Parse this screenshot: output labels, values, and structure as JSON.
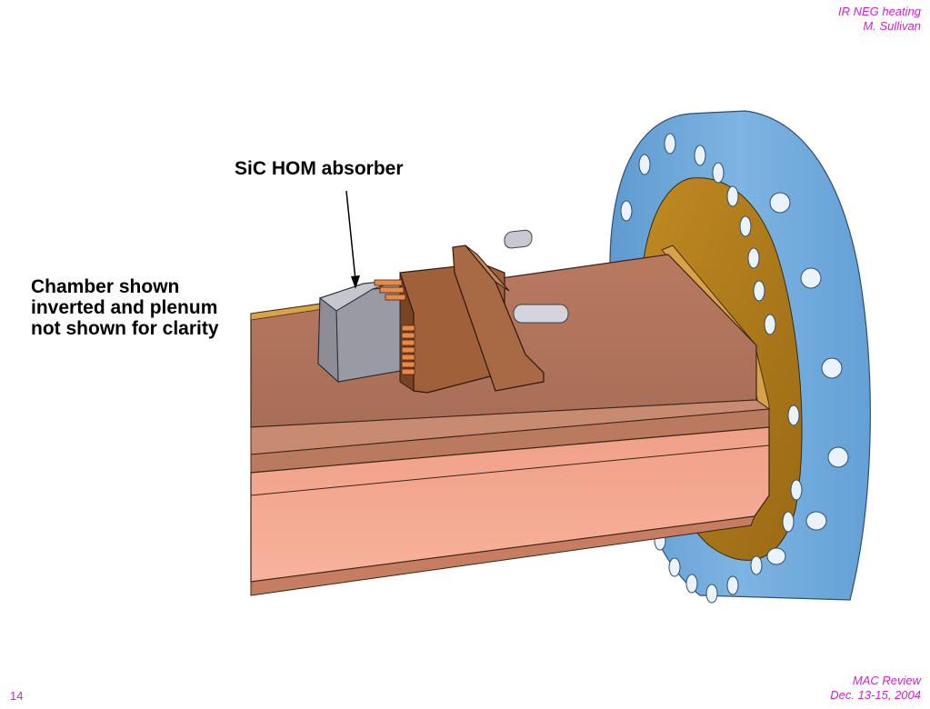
{
  "header": {
    "line1": "IR NEG heating",
    "line2": "M. Sullivan"
  },
  "footer": {
    "line1": "MAC Review",
    "line2": "Dec. 13-15, 2004",
    "page_number": "14"
  },
  "labels": {
    "absorber": "SiC HOM absorber",
    "chamber_line1": "Chamber shown",
    "chamber_line2": "inverted and plenum",
    "chamber_line3": "not shown for clarity"
  },
  "colors": {
    "flange_blue": "#6fa8d9",
    "brass": "#b07d1e",
    "copper_top": "#b3765e",
    "copper_side": "#f5a58c",
    "absorber_gray": "#a9a9b3",
    "brown_block": "#9c5a2e",
    "label_magenta": "#d21fd2"
  }
}
